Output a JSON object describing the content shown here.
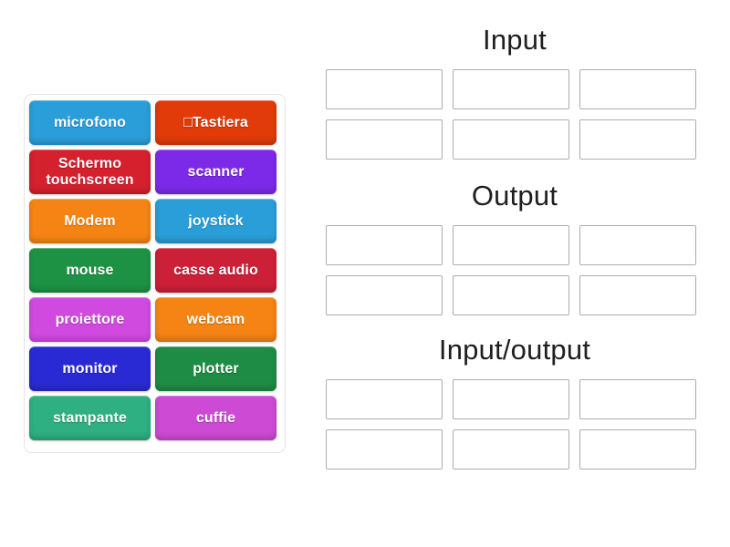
{
  "activity": {
    "type": "group-sort",
    "tray_label": "word-tiles"
  },
  "tiles": [
    {
      "label": "microfono",
      "color": "#2a9ed8"
    },
    {
      "label": "□Tastiera",
      "color": "#e03b09"
    },
    {
      "label": "Schermo touchscreen",
      "color": "#d5202e"
    },
    {
      "label": "scanner",
      "color": "#7d2ae8"
    },
    {
      "label": "Modem",
      "color": "#f58414"
    },
    {
      "label": "joystick",
      "color": "#2a9ed8"
    },
    {
      "label": "mouse",
      "color": "#1e9244"
    },
    {
      "label": "casse audio",
      "color": "#cc2039"
    },
    {
      "label": "proiettore",
      "color": "#d14ae0"
    },
    {
      "label": "webcam",
      "color": "#f58414"
    },
    {
      "label": "monitor",
      "color": "#2a2ad4"
    },
    {
      "label": "plotter",
      "color": "#1e8c45"
    },
    {
      "label": "stampante",
      "color": "#2eb082"
    },
    {
      "label": "cuffie",
      "color": "#cc4ad4"
    }
  ],
  "categories": [
    {
      "title": "Input",
      "slot_count": 6
    },
    {
      "title": "Output",
      "slot_count": 6
    },
    {
      "title": "Input/output",
      "slot_count": 6
    }
  ],
  "colors": {
    "page_background": "#ffffff",
    "tray_border": "#e3e3e3",
    "slot_border": "#adadad",
    "heading_text": "#1f1f1f",
    "tile_text": "#ffffff"
  }
}
